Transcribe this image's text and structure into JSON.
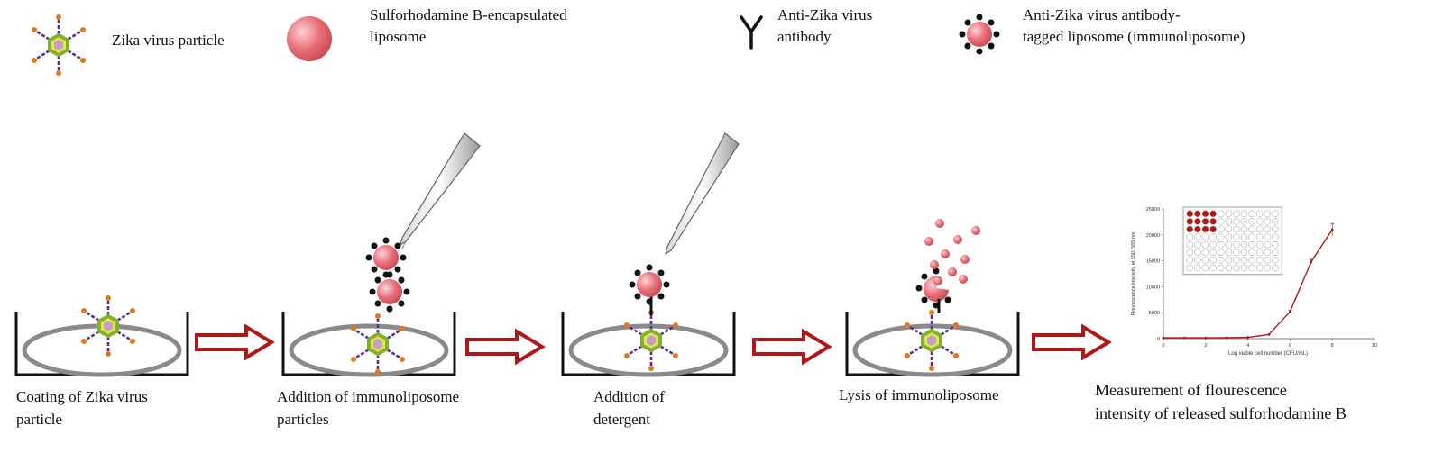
{
  "legend": {
    "virus": {
      "label": "Zika virus particle"
    },
    "liposome": {
      "label_line1": "Sulforhodamine B-encapsulated",
      "label_line2": "liposome"
    },
    "antibody": {
      "label_line1": "Anti-Zika virus",
      "label_line2": "antibody"
    },
    "immunoliposome": {
      "label_line1": "Anti-Zika virus antibody-",
      "label_line2": "tagged liposome (immunoliposome)"
    }
  },
  "steps": [
    {
      "line1": "Coating of Zika virus",
      "line2": "particle"
    },
    {
      "line1": "Addition of immunoliposome",
      "line2": "particles"
    },
    {
      "line1": "Addition of",
      "line2": "detergent"
    },
    {
      "line1": "Lysis of immunoliposome",
      "line2": ""
    },
    {
      "line1": "Measurement of flourescence",
      "line2": "intensity of released sulforhodamine B"
    }
  ],
  "colors": {
    "arrow": "#b01818",
    "dish": "#8a8a8a",
    "liposome": "#e8707a",
    "virus_hex": "#8fc23b",
    "virus_spike": "#5a2d8f",
    "virus_tip": "#e07a1f",
    "curve": "#b01818"
  },
  "chart_data": {
    "type": "line",
    "x": [
      0,
      1,
      2,
      3,
      4,
      5,
      6,
      7,
      8
    ],
    "values": [
      150,
      150,
      150,
      180,
      250,
      800,
      5200,
      14800,
      21000
    ],
    "error": [
      0,
      0,
      0,
      0,
      0,
      0,
      300,
      500,
      1200
    ],
    "xlabel": "Log viable cell number (CFU/mL)",
    "ylabel": "Flourescence intensity at 550: 585 nm",
    "xlim": [
      0,
      10
    ],
    "ylim": [
      0,
      25000
    ],
    "xticks": [
      "0",
      "2",
      "4",
      "6",
      "8",
      "10"
    ],
    "yticks": [
      "0",
      "5000",
      "10000",
      "15000",
      "20000",
      "25000"
    ],
    "grid": false,
    "inset": "96-well plate, 3 x 4 filled wells at top-left"
  }
}
